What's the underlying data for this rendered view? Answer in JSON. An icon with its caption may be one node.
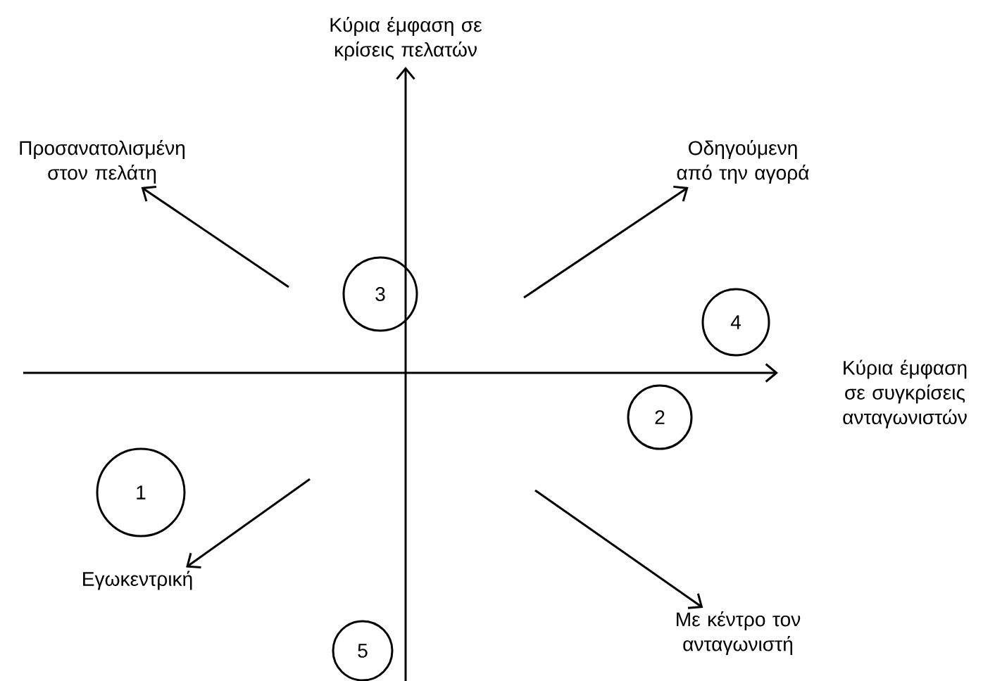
{
  "diagram": {
    "nodes": [
      {
        "text": [
          "Προσανατολισμένη στον πελάτη"
        ]
      },
      {
        "text": [
          "Οδηγούμενη από την αγορά"
        ]
      },
      {
        "text": [
          "3"
        ]
      },
      {
        "text": [
          "4"
        ]
      },
      {
        "text": [
          "2"
        ]
      },
      {
        "text": [
          "1"
        ]
      },
      {
        "text": [
          "Εγωκεντρική"
        ]
      },
      {
        "text": [
          "5"
        ]
      },
      {
        "text": [
          "Με κέντρο τον ανταγωνιστή"
        ]
      }
    ],
    "edges": [
      {
        "from": null,
        "to": 0,
        "arrow": "to"
      },
      {
        "from": null,
        "to": 1,
        "arrow": "to"
      },
      {
        "from": null,
        "to": 6,
        "arrow": "to"
      },
      {
        "from": null,
        "to": 8,
        "arrow": "to"
      }
    ],
    "labels": [
      "Κύρια έμφαση σε κρίσεις πελατών",
      "Κύρια έμφαση σε συγκρίσεις ανταγωνιστών"
    ]
  }
}
